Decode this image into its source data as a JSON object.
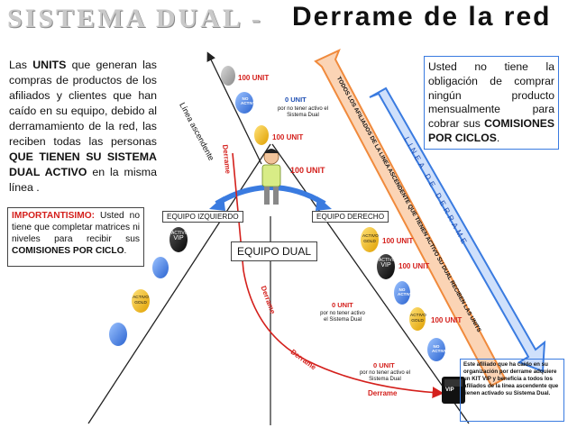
{
  "title": {
    "left": "SISTEMA DUAL -",
    "right": "Derrame de la red"
  },
  "left_text": {
    "t1": "Las ",
    "b1": "UNITS",
    "t2": " que generan las compras de productos de los afiliados y clientes que han caído en su equipo, debido al derramamiento de la red, las reciben todas las personas ",
    "b2": "QUE TIENEN SU SISTEMA DUAL ACTIVO",
    "t3": " en la misma línea ."
  },
  "important": {
    "label": "IMPORTANTISIMO:",
    "t1": " Usted no tiene que completar matrices ni niveles para recibir sus ",
    "b1": "COMISIONES POR CICLO",
    "t2": "."
  },
  "right_box": {
    "t1": "Usted no tiene la obligación de comprar ningún producto mensualmente para cobrar sus ",
    "b1": "COMISIONES POR CICLOS",
    "t2": "."
  },
  "note_box": "Este afiliado que ha caído en su organización por derrame adquiere un KIT VIP y beneficia a todos los afiliados de la línea ascendente que tienen activado su Sistema Dual.",
  "labels": {
    "team_left": "EQUIPO IZQUIERDO",
    "team_right": "EQUIPO DERECHO",
    "team_dual": "EQUIPO DUAL",
    "linea_ascendente": "Línea ascendente",
    "linea_derrame": "LINEA DE DERRAME",
    "diagonal": "TODOS LOS AFILIADOS DE LA LINEA ASCENDENTE QUE TIENEN ACTIVO SU DUAL RECIBEN LAS UNITS",
    "derrame": "Derrame",
    "unit100": "100 UNIT",
    "unit0": "0 UNIT",
    "inactive_note": "por no tener activo el Sistema Dual",
    "activo": "ACTIVO",
    "no_activo": "NO ACTIVO",
    "vip": "VIP",
    "gold": "GOLD"
  },
  "colors": {
    "red": "#d4201c",
    "blue": "#3a7be0",
    "orange": "#f08a3c",
    "gold": "#f3b400",
    "dark_blue": "#1f4fb3"
  }
}
